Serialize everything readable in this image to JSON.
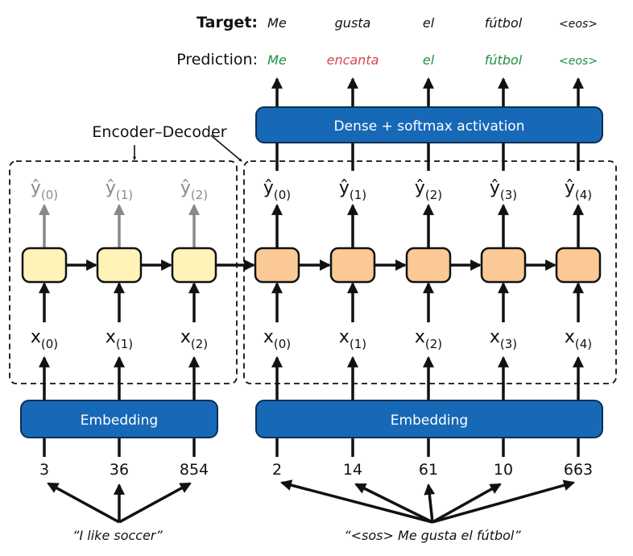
{
  "target": {
    "label": "Target:",
    "words": [
      "Me",
      "gusta",
      "el",
      "fútbol",
      "<eos>"
    ]
  },
  "prediction": {
    "label": "Prediction:",
    "words": [
      "Me",
      "encanta",
      "el",
      "fútbol",
      "<eos>"
    ],
    "correct": [
      true,
      false,
      true,
      true,
      true
    ]
  },
  "dense_layer": {
    "label": "Dense + softmax activation"
  },
  "encoder_decoder_label": "Encoder–Decoder",
  "encoder": {
    "outputs": [
      {
        "base": "ŷ",
        "sub": "(0)"
      },
      {
        "base": "ŷ",
        "sub": "(1)"
      },
      {
        "base": "ŷ",
        "sub": "(2)"
      }
    ],
    "inputs": [
      {
        "base": "x",
        "sub": "(0)"
      },
      {
        "base": "x",
        "sub": "(1)"
      },
      {
        "base": "x",
        "sub": "(2)"
      }
    ],
    "embedding_label": "Embedding",
    "token_ids": [
      "3",
      "36",
      "854"
    ],
    "sentence": "“I like soccer”"
  },
  "decoder": {
    "outputs": [
      {
        "base": "ŷ",
        "sub": "(0)"
      },
      {
        "base": "ŷ",
        "sub": "(1)"
      },
      {
        "base": "ŷ",
        "sub": "(2)"
      },
      {
        "base": "ŷ",
        "sub": "(3)"
      },
      {
        "base": "ŷ",
        "sub": "(4)"
      }
    ],
    "inputs": [
      {
        "base": "x",
        "sub": "(0)"
      },
      {
        "base": "x",
        "sub": "(1)"
      },
      {
        "base": "x",
        "sub": "(2)"
      },
      {
        "base": "x",
        "sub": "(3)"
      },
      {
        "base": "x",
        "sub": "(4)"
      }
    ],
    "embedding_label": "Embedding",
    "token_ids": [
      "2",
      "14",
      "61",
      "10",
      "663"
    ],
    "sentence": "“<sos> Me gusta el fútbol”"
  },
  "colors": {
    "layer_blue": "#1769b7",
    "encoder_cell": "#fff3b8",
    "decoder_cell": "#fbc995",
    "correct_green": "#1a9141",
    "wrong_red": "#d9444f",
    "gray_arrow": "#888888"
  }
}
